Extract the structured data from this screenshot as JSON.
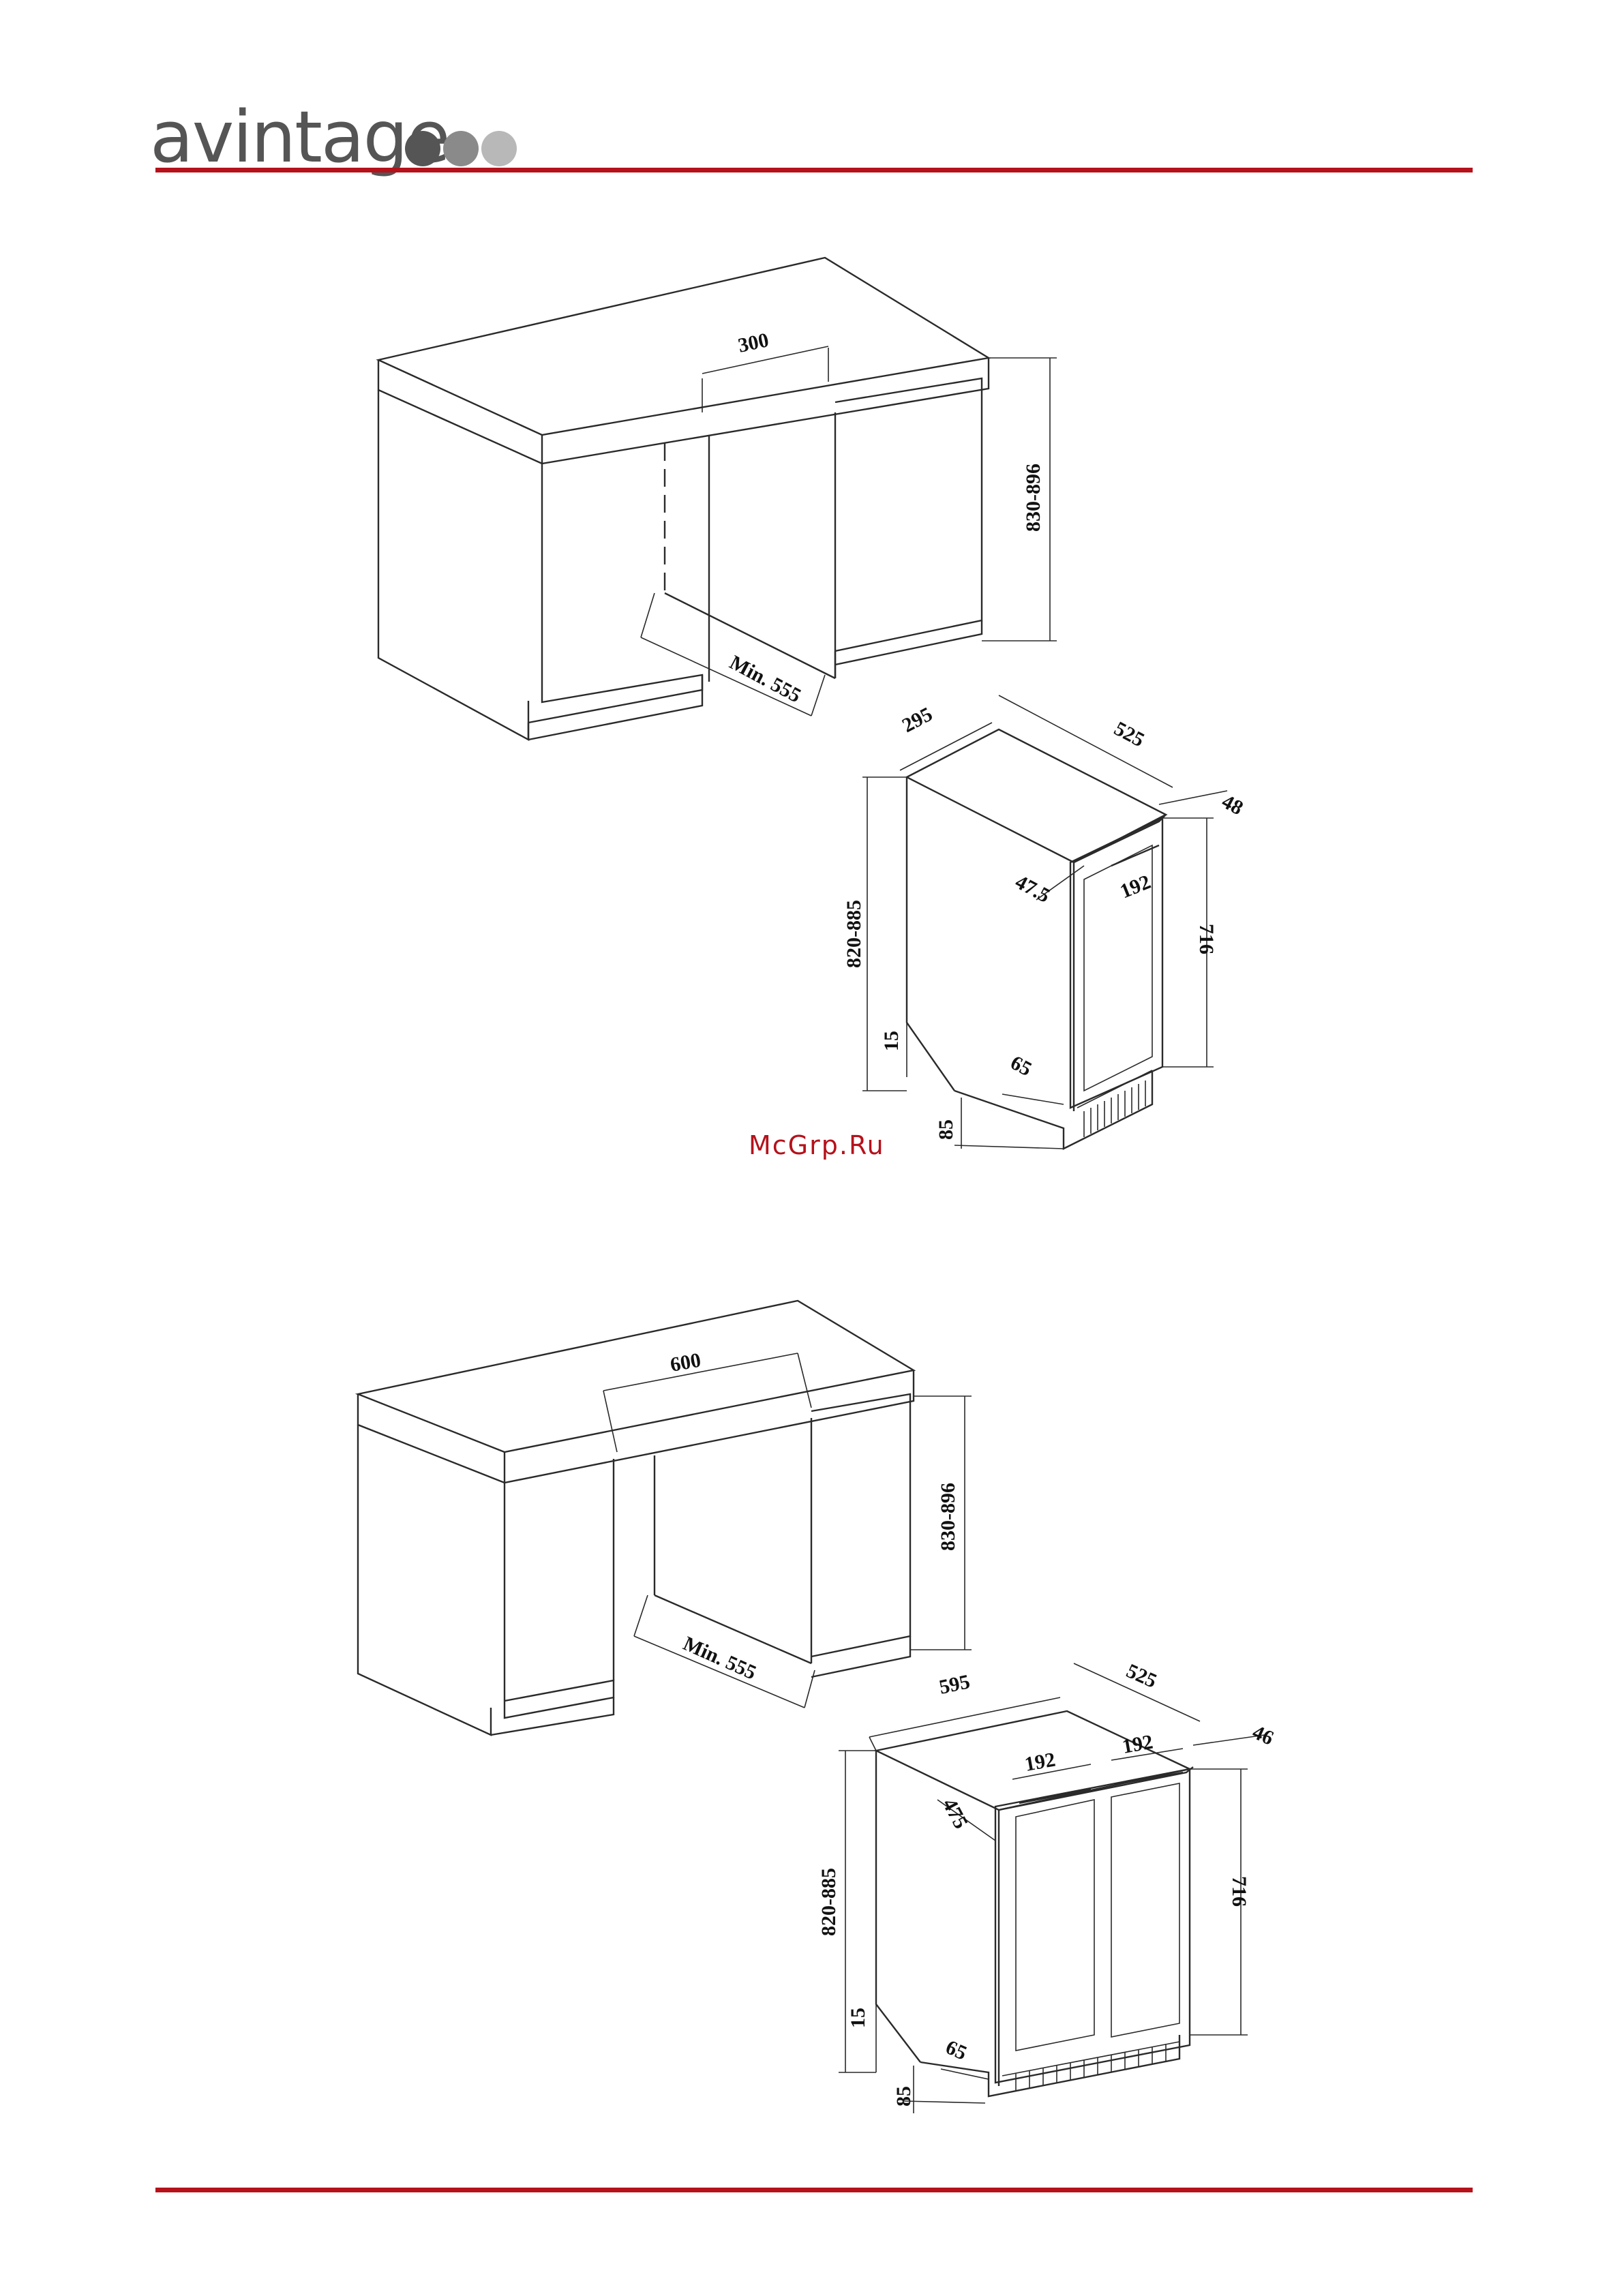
{
  "header": {
    "brand": "avintage"
  },
  "watermark": "McGrp.Ru",
  "diagram_top": {
    "cabinet_opening_width": "300",
    "cabinet_height": "830-896",
    "cabinet_min_depth": "Min. 555",
    "unit_width": "295",
    "unit_depth": "525",
    "door_offset": "48",
    "door_swing": "47.5",
    "handle_length": "192",
    "unit_height": "820-885",
    "door_height": "716",
    "feet_adjust": "15",
    "kick_depth": "65",
    "plinth_height": "85"
  },
  "diagram_bottom": {
    "cabinet_opening_width": "600",
    "cabinet_height": "830-896",
    "cabinet_min_depth": "Min. 555",
    "unit_width": "595",
    "unit_depth": "525",
    "door_offset": "46",
    "door_swing": "475",
    "handle_length_left": "192",
    "handle_length_right": "192",
    "unit_height": "820-885",
    "door_height": "716",
    "feet_adjust": "15",
    "kick_depth": "65",
    "plinth_height": "85"
  },
  "colors": {
    "accent": "#b5121b",
    "logo": "#555555",
    "line": "#2a2a2a"
  }
}
